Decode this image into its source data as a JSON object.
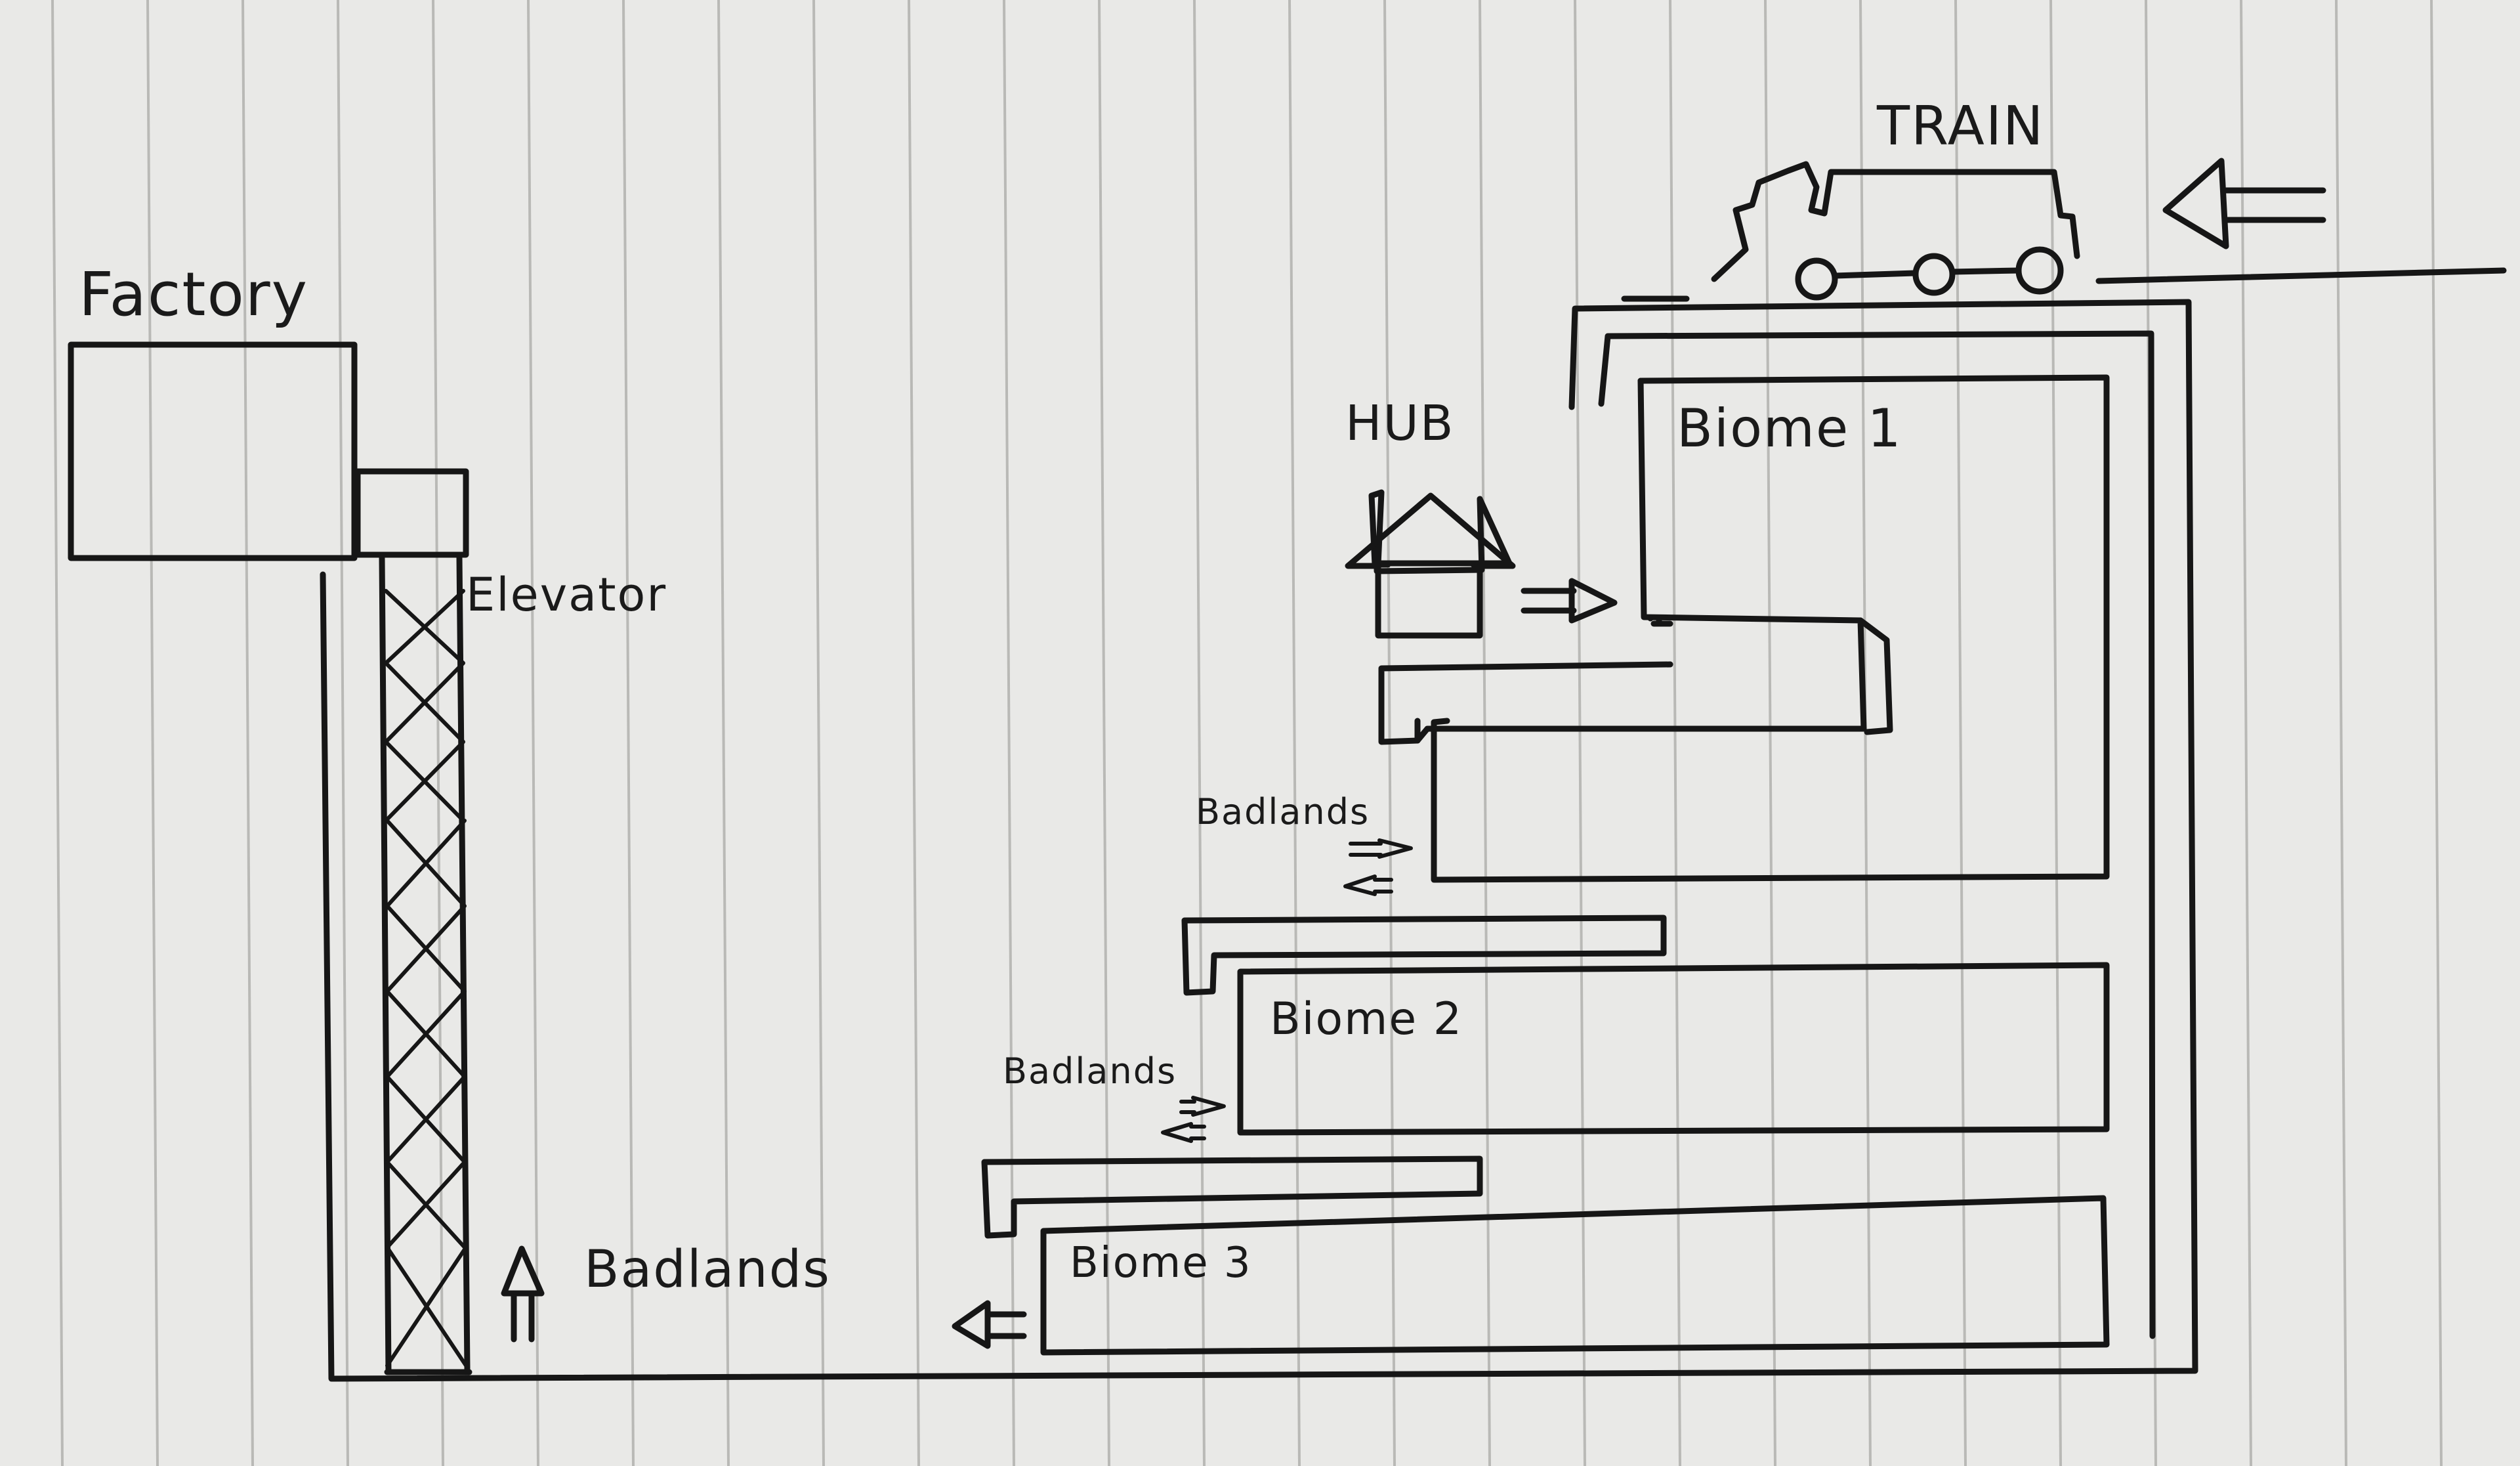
{
  "labels": {
    "factory": "Factory",
    "elevator": "Elevator",
    "train": "TRAIN",
    "hub": "HUB",
    "biome1": "Biome 1",
    "biome2": "Biome 2",
    "biome3": "Biome 3",
    "badlands_1": "Badlands",
    "badlands_2": "Badlands",
    "badlands_3": "Badlands"
  },
  "colors": {
    "paper": "#e9e9e7",
    "ink": "#161616",
    "rule": "#b9b9b6"
  }
}
